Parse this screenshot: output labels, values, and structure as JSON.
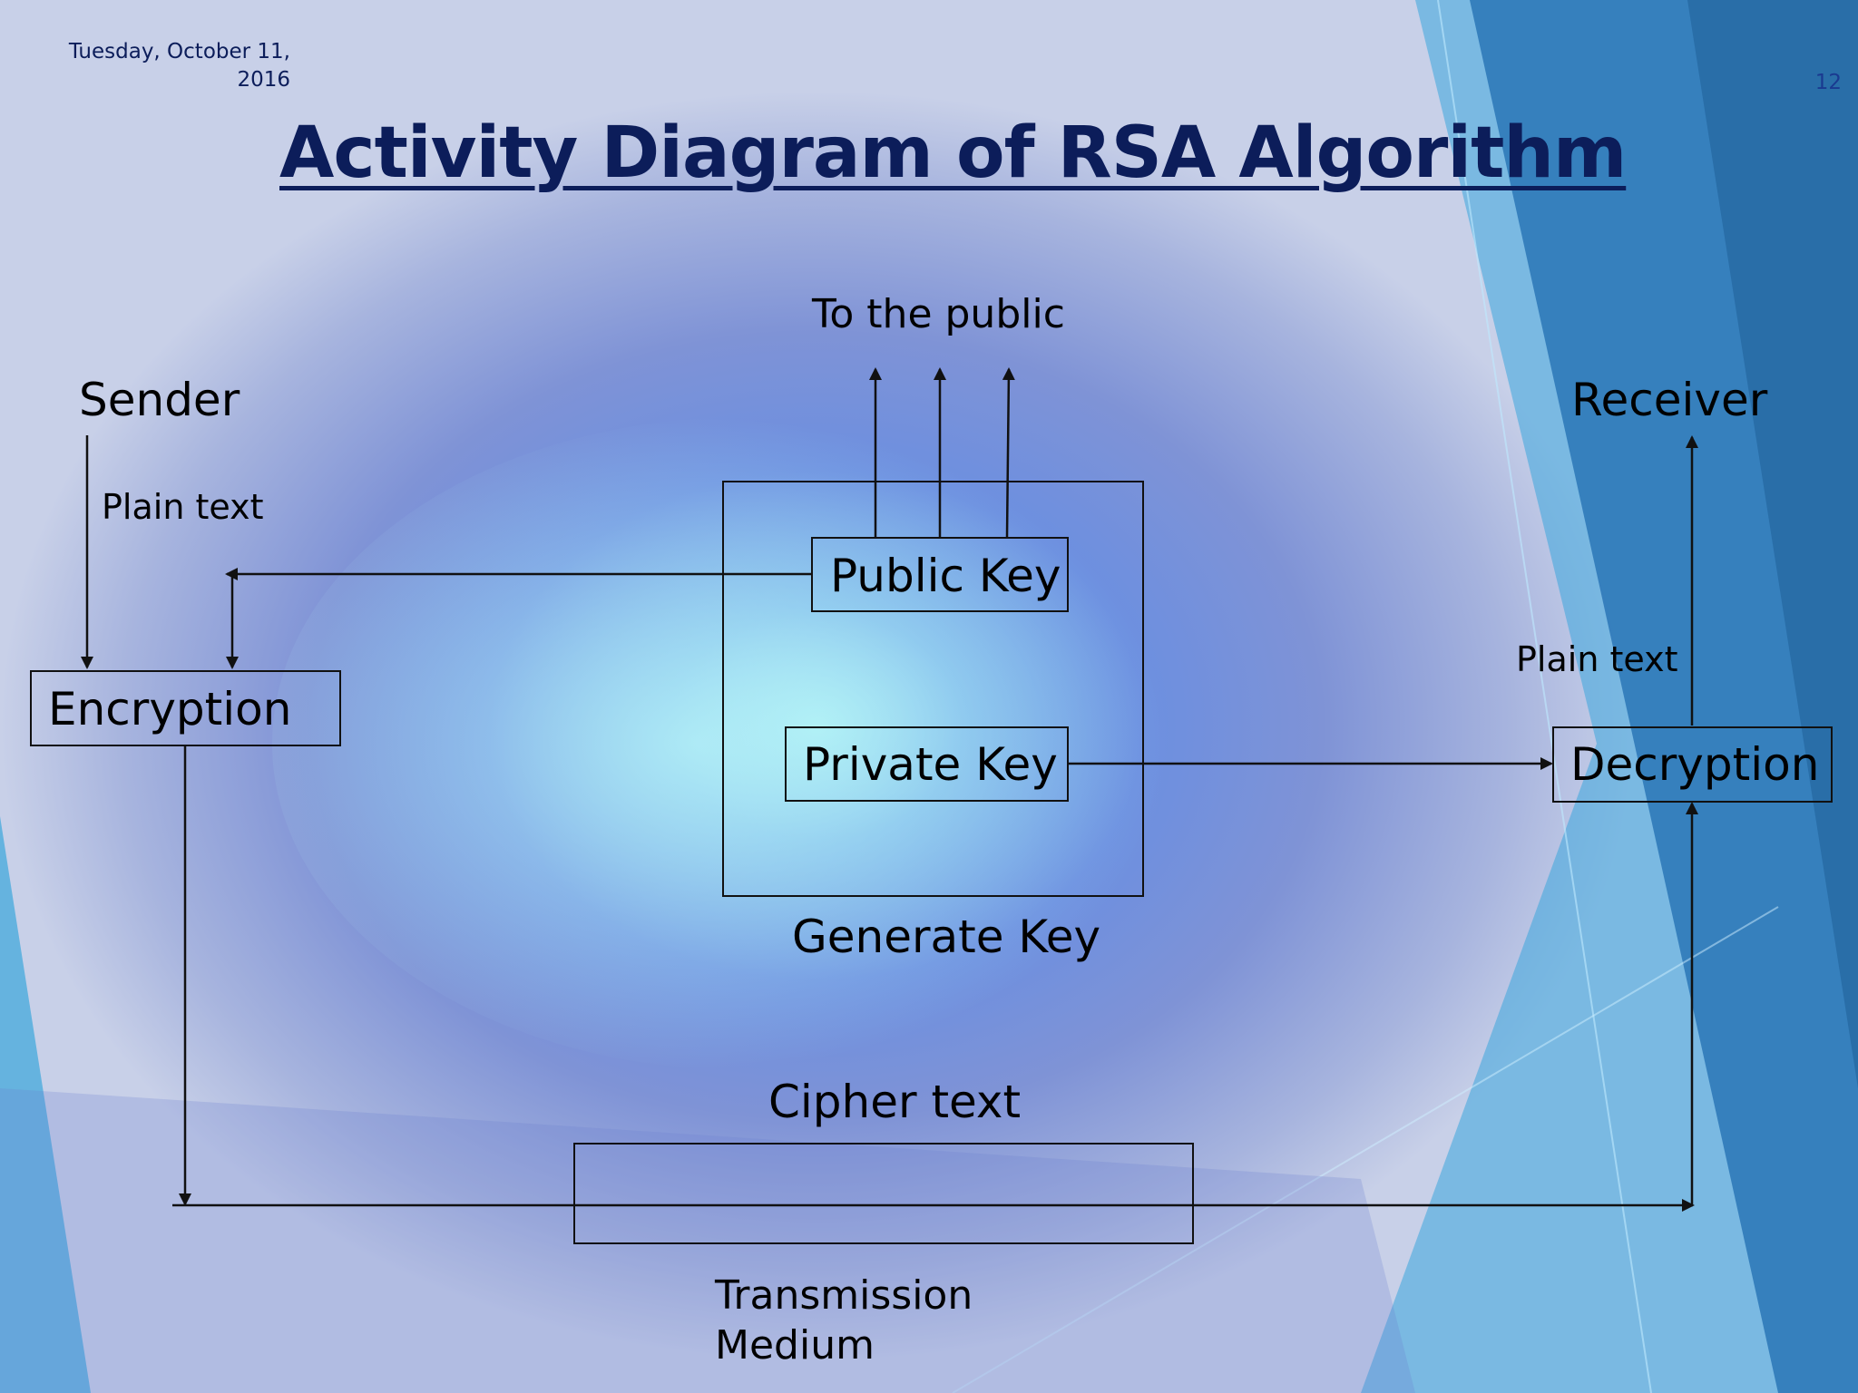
{
  "slide": {
    "date": "Tuesday, October 11, 2016",
    "number": "12",
    "title": "Activity Diagram of RSA Algorithm"
  },
  "diagram": {
    "sender": "Sender",
    "receiver": "Receiver",
    "to_public": "To the public",
    "plain_text_sender": "Plain text",
    "plain_text_receiver": "Plain text",
    "encryption": "Encryption",
    "decryption": "Decryption",
    "public_key": "Public Key",
    "private_key": "Private Key",
    "generate_key": "Generate Key",
    "cipher_text": "Cipher text",
    "transmission_medium_line1": "Transmission",
    "transmission_medium_line2": "Medium"
  }
}
